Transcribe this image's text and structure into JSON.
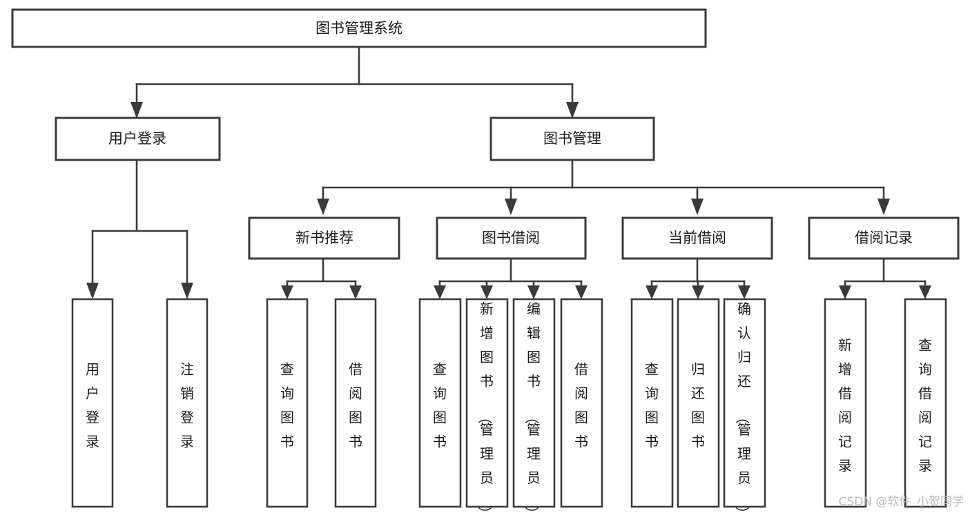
{
  "diagram": {
    "title": "图书管理系统",
    "watermark": "CSDN @软件_小贺同学",
    "colors": {
      "stroke": "#3a3a3a",
      "box_fill": "#ffffff",
      "text": "#1b1b1b",
      "watermark": "#b9b9b9",
      "background": "#ffffff"
    },
    "root": {
      "label": "图书管理系统"
    },
    "level2": [
      {
        "label": "用户登录"
      },
      {
        "label": "图书管理"
      }
    ],
    "level3": [
      {
        "label": "新书推荐"
      },
      {
        "label": "图书借阅"
      },
      {
        "label": "当前借阅"
      },
      {
        "label": "借阅记录"
      }
    ],
    "leaves": {
      "user_login": [
        {
          "label": "用户登录"
        },
        {
          "label": "注销登录"
        }
      ],
      "new_book_recommend": [
        {
          "label": "查询图书"
        },
        {
          "label": "借阅图书"
        }
      ],
      "book_borrow": [
        {
          "label": "查询图书"
        },
        {
          "label": "新增图书（管理员）"
        },
        {
          "label": "编辑图书（管理员）"
        },
        {
          "label": "借阅图书"
        }
      ],
      "current_borrow": [
        {
          "label": "查询图书"
        },
        {
          "label": "归还图书"
        },
        {
          "label": "确认归还（管理员）"
        }
      ],
      "borrow_record": [
        {
          "label": "新增借阅记录"
        },
        {
          "label": "查询借阅记录"
        }
      ]
    }
  }
}
